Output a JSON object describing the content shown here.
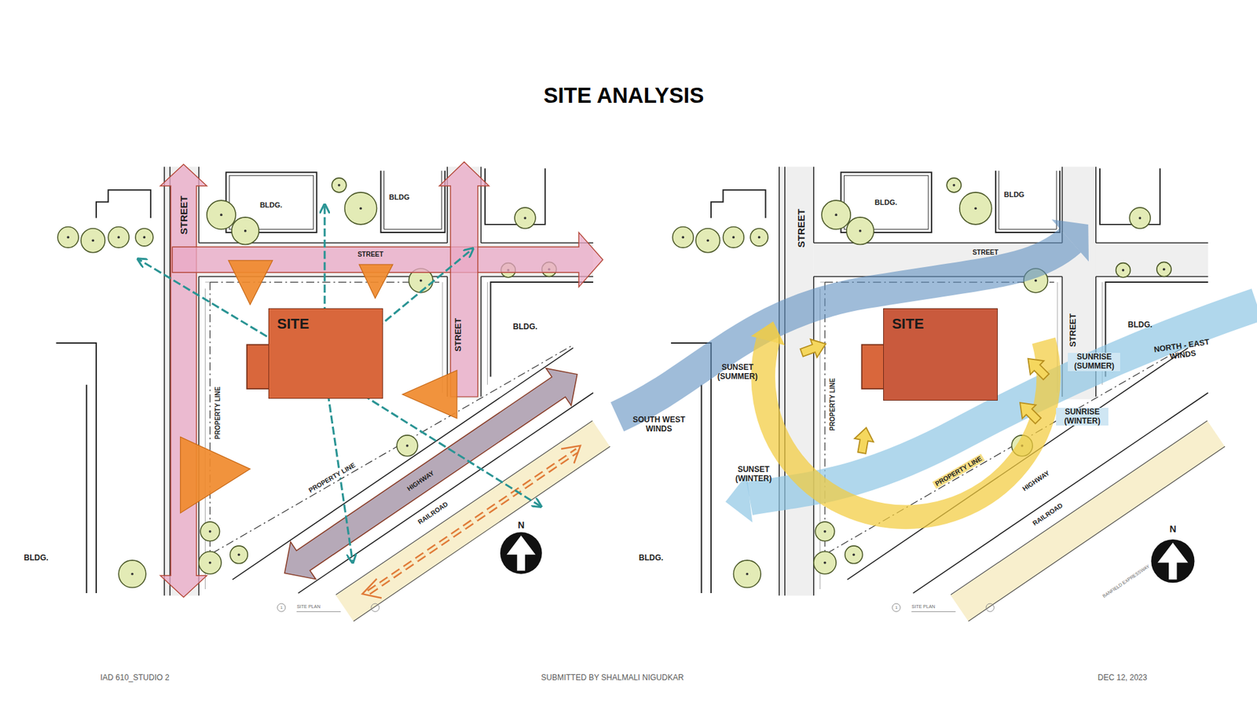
{
  "diagram": {
    "title": "SITE ANALYSIS",
    "nodes": [
      {
        "text": [
          "SITE"
        ]
      },
      {
        "text": [
          "SITE"
        ]
      }
    ],
    "labels": [
      "STREET",
      "BLDG.",
      "BLDG",
      "STREET",
      "STREET",
      "BLDG.",
      "PROPERTY LINE",
      "PROPERTY LINE",
      "HIGHWAY",
      "RAILROAD",
      "BLDG.",
      "N",
      "STREET",
      "BLDG.",
      "BLDG",
      "STREET",
      "STREET",
      "BLDG.",
      "SUNSET (SUMMER)",
      "SOUTH WEST WINDS",
      "SUNRISE (SUMMER)",
      "NORTH - EAST WINDS",
      "SUNRISE (WINTER)",
      "SUNSET (WINTER)",
      "PROPERTY LINE",
      "PROPERTY LINE",
      "HIGHWAY",
      "RAILROAD",
      "BLDG.",
      "N",
      "SITE PLAN",
      "SITE PLAN",
      "IAD 610_STUDIO 2",
      "SUBMITTED BY SHALMALI NIGUDKAR",
      "DEC 12, 2023",
      "BANFIELD EXPRESSWAY",
      "1",
      "1"
    ]
  }
}
